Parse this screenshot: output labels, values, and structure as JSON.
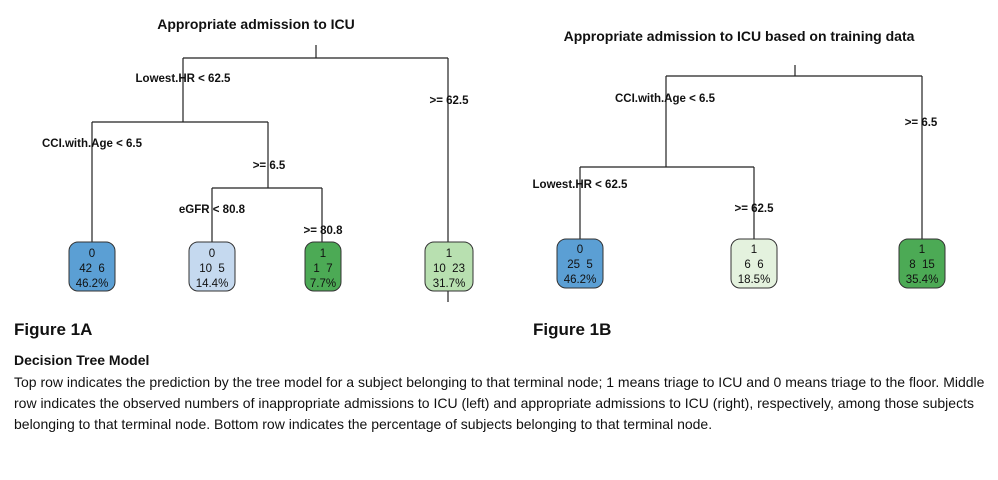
{
  "tree_a": {
    "title": "Appropriate admission to ICU",
    "splits": {
      "root_left": "Lowest.HR < 62.5",
      "root_right": ">= 62.5",
      "n1_left": "CCI.with.Age < 6.5",
      "n1_right": ">= 6.5",
      "n2_left": "eGFR < 80.8",
      "n2_right": ">= 80.8"
    },
    "leaves": [
      {
        "class": "0",
        "counts": "42  6",
        "pct": "46.2%",
        "color": "#5b9fd4"
      },
      {
        "class": "0",
        "counts": "10  5",
        "pct": "14.4%",
        "color": "#c5d9ef"
      },
      {
        "class": "1",
        "counts": "1  7",
        "pct": "7.7%",
        "color": "#4caa55"
      },
      {
        "class": "1",
        "counts": "10  23",
        "pct": "31.7%",
        "color": "#b8e0b0"
      }
    ]
  },
  "tree_b": {
    "title": "Appropriate admission to ICU based on training data",
    "splits": {
      "root_left": "CCI.with.Age < 6.5",
      "root_right": ">= 6.5",
      "n1_left": "Lowest.HR < 62.5",
      "n1_right": ">= 62.5"
    },
    "leaves": [
      {
        "class": "0",
        "counts": "25  5",
        "pct": "46.2%",
        "color": "#5b9fd4"
      },
      {
        "class": "1",
        "counts": "6  6",
        "pct": "18.5%",
        "color": "#e4f2de"
      },
      {
        "class": "1",
        "counts": "8  15",
        "pct": "35.4%",
        "color": "#4caa55"
      }
    ]
  },
  "figure_labels": {
    "a": "Figure 1A",
    "b": "Figure 1B"
  },
  "caption": {
    "heading": "Decision Tree Model",
    "body": "Top row indicates the prediction by the tree model for a subject belonging to that terminal node; 1 means triage to ICU and 0 means triage to the floor. Middle row indicates the observed numbers of inappropriate admissions to ICU (left) and appropriate admissions to ICU (right), respectively, among those subjects belonging to that terminal node. Bottom row indicates the percentage of subjects belonging to that terminal node."
  }
}
